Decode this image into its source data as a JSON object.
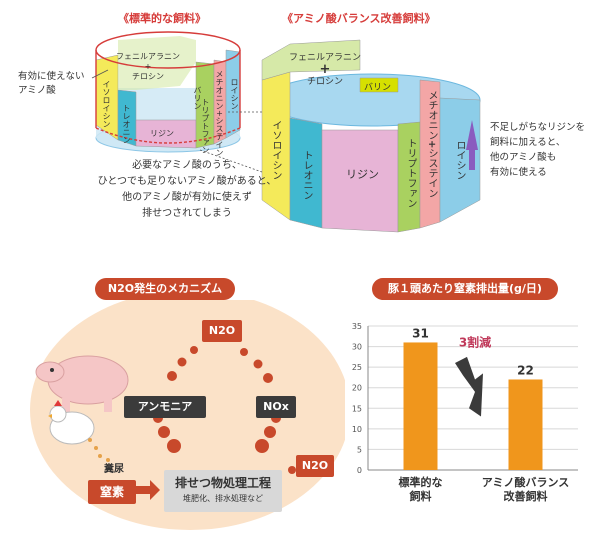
{
  "top": {
    "standard_title": "《標準的な飼料》",
    "improved_title": "《アミノ酸バランス改善飼料》",
    "left_note": [
      "有効に使えない",
      "アミノ酸"
    ],
    "center_note": [
      "必要なアミノ酸のうち、",
      "ひとつでも足りないアミノ酸があると、",
      "他のアミノ酸が有効に使えず",
      "排せつされてしまう"
    ],
    "right_note": [
      "不足しがちなリジンを",
      "飼料に加えると、",
      "他のアミノ酸も",
      "有効に使える"
    ],
    "amino_acids": {
      "phe_tyr": "フェニルアラニン",
      "plus": "+",
      "tyr": "チロシン",
      "valine": "バリン",
      "leucine": "ロイシン",
      "met_cys_a": "メチオニン",
      "met_cys_b": "システイン",
      "isoleucine": "イソロイシン",
      "threonine": "トレオニン",
      "tryptophan": "トリプトファン",
      "lysine": "リジン"
    }
  },
  "mechanism": {
    "title": "N2O発生のメカニズム",
    "n2o_top": "N2O",
    "ammonia": "アンモニア",
    "nox": "NOx",
    "n2o_right": "N2O",
    "manure_label": "糞尿",
    "nitrogen_label": "窒素",
    "process_title": "排せつ物処理工程",
    "process_sub": "堆肥化、排水処理など"
  },
  "chart_data": {
    "type": "bar",
    "title": "豚１頭あたり窒素排出量(g/日)",
    "categories": [
      "標準的な飼料",
      "アミノ酸バランス改善飼料"
    ],
    "category_lines": [
      [
        "標準的な",
        "飼料"
      ],
      [
        "アミノ酸バランス",
        "改善飼料"
      ]
    ],
    "values": [
      31,
      22
    ],
    "ylim": [
      0,
      35
    ],
    "yticks": [
      0,
      5,
      10,
      15,
      20,
      25,
      30,
      35
    ],
    "grid": true,
    "annotation": "3割減",
    "bar_color": "#f0961c",
    "arrow_color": "#3b3b3b",
    "annotation_color": "#c0395a"
  },
  "colors": {
    "accent_red": "#d63c3a",
    "pill": "#c8492b",
    "purple_arrow": "#8a5cbf"
  }
}
